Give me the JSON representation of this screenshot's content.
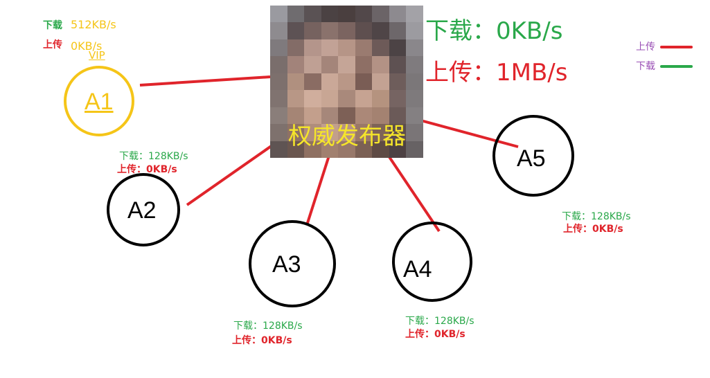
{
  "server": {
    "title": "权威发布器",
    "download": "下载：0KB/s",
    "upload": "上传：1MB/s"
  },
  "legend": {
    "upload_label": "上传",
    "download_label": "下载",
    "upload_color": "#e0242b",
    "download_color": "#2aa84a"
  },
  "nodes": [
    {
      "id": "A1",
      "label": "A1",
      "vip": "VIP",
      "download_label": "下载",
      "download_value": "512KB/s",
      "upload_label": "上传",
      "upload_value": "0KB/s"
    },
    {
      "id": "A2",
      "label": "A2",
      "download": "下载：128KB/s",
      "upload": "上传：0KB/s"
    },
    {
      "id": "A3",
      "label": "A3",
      "download": "下载：128KB/s",
      "upload": "上传：0KB/s"
    },
    {
      "id": "A4",
      "label": "A4",
      "download": "下载：128KB/s",
      "upload": "上传：0KB/s"
    },
    {
      "id": "A5",
      "label": "A5",
      "download": "下载：128KB/s",
      "upload": "上传：0KB/s"
    }
  ],
  "colors": {
    "vip": "#f5c518",
    "connection": "#e0242b",
    "node_outline": "#000000"
  }
}
